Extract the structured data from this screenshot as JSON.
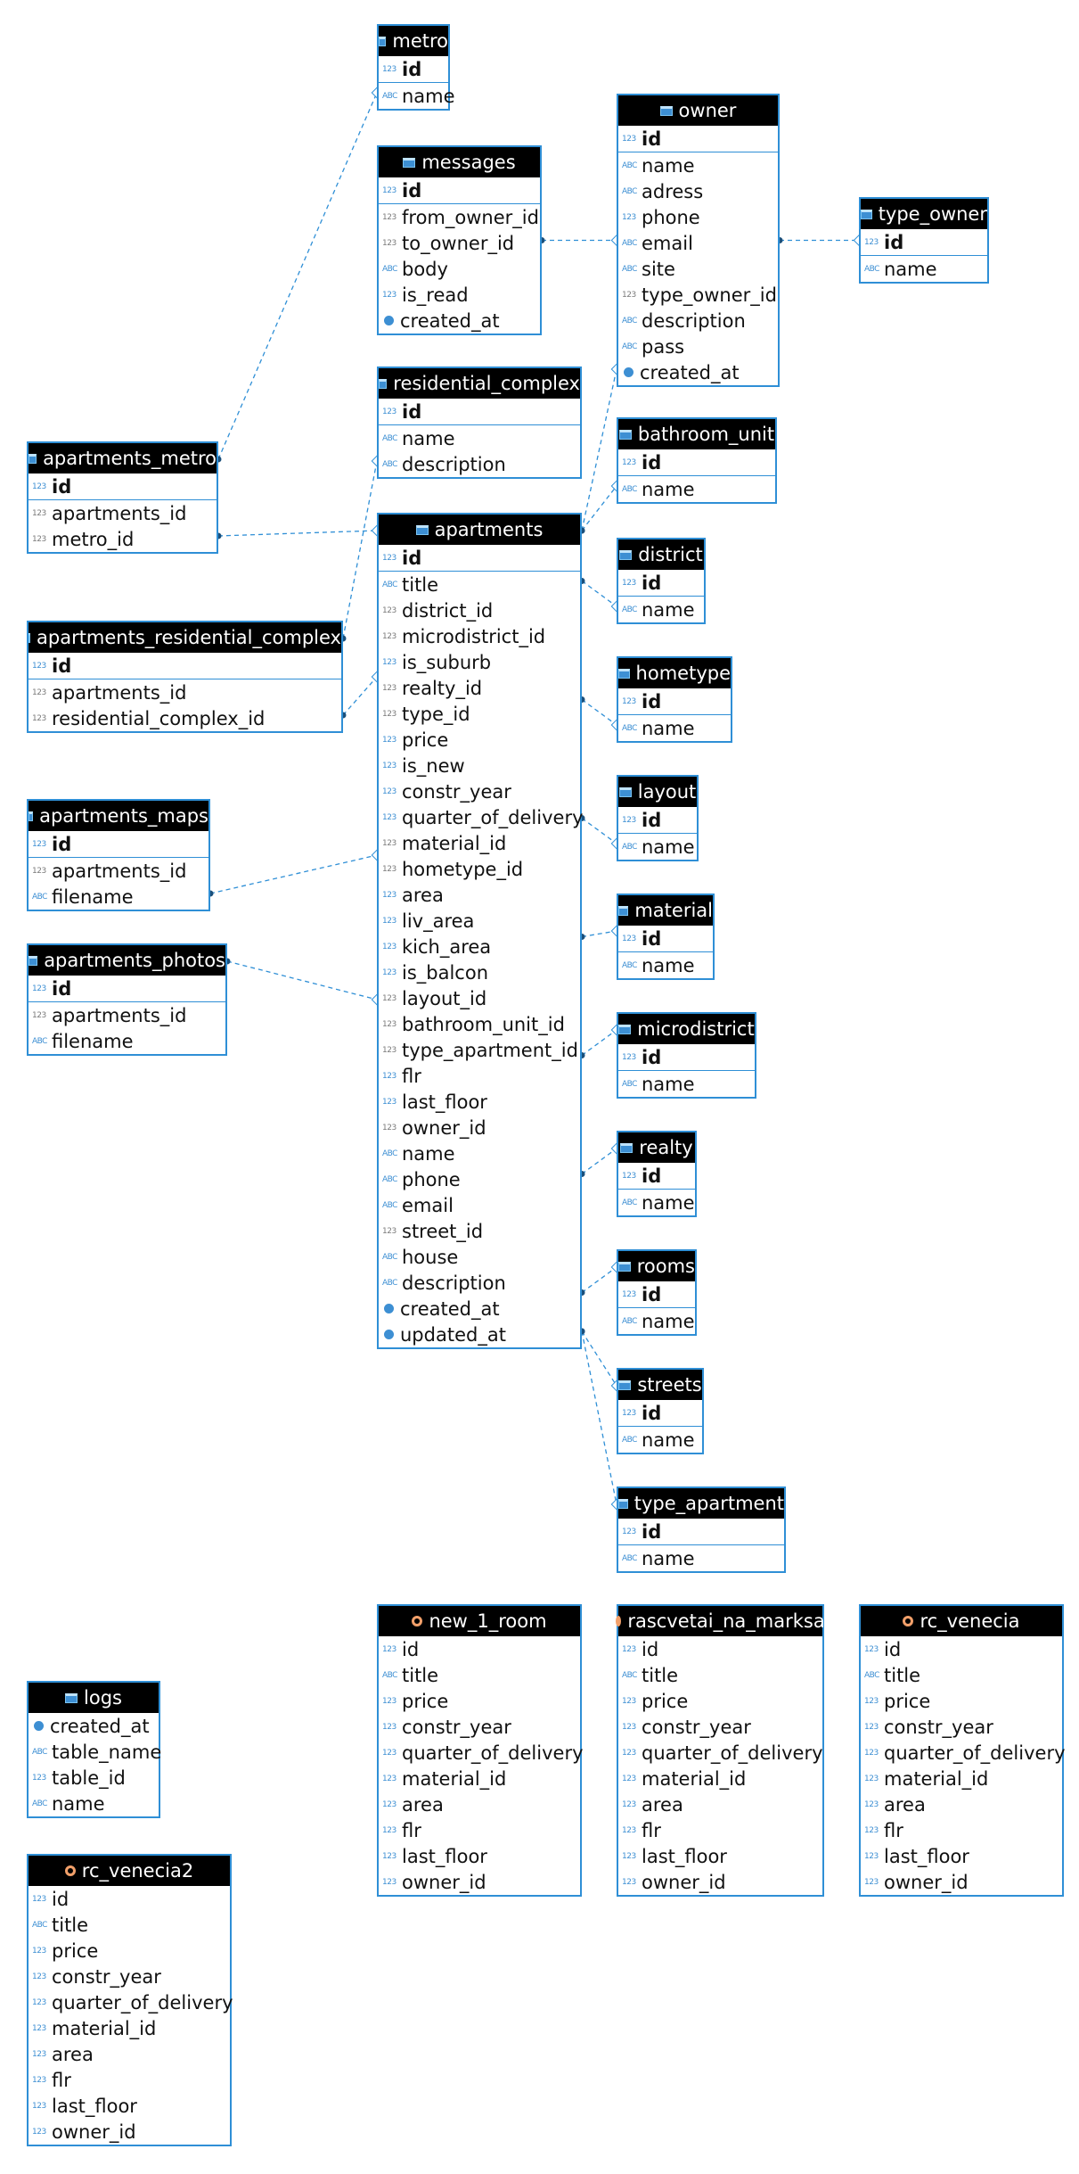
{
  "entities": [
    {
      "id": "metro",
      "title": "metro",
      "kind": "table",
      "rows": [
        {
          "n": "id",
          "t": "num",
          "pk": true
        },
        {
          "n": "name",
          "t": "abc"
        }
      ]
    },
    {
      "id": "owner",
      "title": "owner",
      "kind": "table",
      "rows": [
        {
          "n": "id",
          "t": "num",
          "pk": true
        },
        {
          "n": "name",
          "t": "abc"
        },
        {
          "n": "adress",
          "t": "abc"
        },
        {
          "n": "phone",
          "t": "num"
        },
        {
          "n": "email",
          "t": "abc"
        },
        {
          "n": "site",
          "t": "abc"
        },
        {
          "n": "type_owner_id",
          "t": "fk"
        },
        {
          "n": "description",
          "t": "abc"
        },
        {
          "n": "pass",
          "t": "abc"
        },
        {
          "n": "created_at",
          "t": "time"
        }
      ]
    },
    {
      "id": "messages",
      "title": "messages",
      "kind": "table",
      "rows": [
        {
          "n": "id",
          "t": "num",
          "pk": true
        },
        {
          "n": "from_owner_id",
          "t": "fk"
        },
        {
          "n": "to_owner_id",
          "t": "fk"
        },
        {
          "n": "body",
          "t": "abc"
        },
        {
          "n": "is_read",
          "t": "num"
        },
        {
          "n": "created_at",
          "t": "time"
        }
      ]
    },
    {
      "id": "type_owner",
      "title": "type_owner",
      "kind": "table",
      "rows": [
        {
          "n": "id",
          "t": "num",
          "pk": true
        },
        {
          "n": "name",
          "t": "abc"
        }
      ]
    },
    {
      "id": "residential_complex",
      "title": "residential_complex",
      "kind": "table",
      "rows": [
        {
          "n": "id",
          "t": "num",
          "pk": true
        },
        {
          "n": "name",
          "t": "abc"
        },
        {
          "n": "description",
          "t": "abc"
        }
      ]
    },
    {
      "id": "apartments_metro",
      "title": "apartments_metro",
      "kind": "table",
      "rows": [
        {
          "n": "id",
          "t": "num",
          "pk": true
        },
        {
          "n": "apartments_id",
          "t": "fk"
        },
        {
          "n": "metro_id",
          "t": "fk"
        }
      ]
    },
    {
      "id": "bathroom_unit",
      "title": "bathroom_unit",
      "kind": "table",
      "rows": [
        {
          "n": "id",
          "t": "num",
          "pk": true
        },
        {
          "n": "name",
          "t": "abc"
        }
      ]
    },
    {
      "id": "apartments",
      "title": "apartments",
      "kind": "table",
      "rows": [
        {
          "n": "id",
          "t": "num",
          "pk": true
        },
        {
          "n": "title",
          "t": "abc"
        },
        {
          "n": "district_id",
          "t": "fk"
        },
        {
          "n": "microdistrict_id",
          "t": "fk"
        },
        {
          "n": "is_suburb",
          "t": "num"
        },
        {
          "n": "realty_id",
          "t": "fk"
        },
        {
          "n": "type_id",
          "t": "fk"
        },
        {
          "n": "price",
          "t": "num"
        },
        {
          "n": "is_new",
          "t": "num"
        },
        {
          "n": "constr_year",
          "t": "num"
        },
        {
          "n": "quarter_of_delivery",
          "t": "num"
        },
        {
          "n": "material_id",
          "t": "fk"
        },
        {
          "n": "hometype_id",
          "t": "fk"
        },
        {
          "n": "area",
          "t": "num"
        },
        {
          "n": "liv_area",
          "t": "num"
        },
        {
          "n": "kich_area",
          "t": "num"
        },
        {
          "n": "is_balcon",
          "t": "num"
        },
        {
          "n": "layout_id",
          "t": "fk"
        },
        {
          "n": "bathroom_unit_id",
          "t": "fk"
        },
        {
          "n": "type_apartment_id",
          "t": "fk"
        },
        {
          "n": "flr",
          "t": "num"
        },
        {
          "n": "last_floor",
          "t": "num"
        },
        {
          "n": "owner_id",
          "t": "fk"
        },
        {
          "n": "name",
          "t": "abc"
        },
        {
          "n": "phone",
          "t": "abc"
        },
        {
          "n": "email",
          "t": "abc"
        },
        {
          "n": "street_id",
          "t": "fk"
        },
        {
          "n": "house",
          "t": "abc"
        },
        {
          "n": "description",
          "t": "abc"
        },
        {
          "n": "created_at",
          "t": "time"
        },
        {
          "n": "updated_at",
          "t": "time"
        }
      ]
    },
    {
      "id": "district",
      "title": "district",
      "kind": "table",
      "rows": [
        {
          "n": "id",
          "t": "num",
          "pk": true
        },
        {
          "n": "name",
          "t": "abc"
        }
      ]
    },
    {
      "id": "apartments_residential_complex",
      "title": "apartments_residential_complex",
      "kind": "table",
      "rows": [
        {
          "n": "id",
          "t": "num",
          "pk": true
        },
        {
          "n": "apartments_id",
          "t": "fk"
        },
        {
          "n": "residential_complex_id",
          "t": "fk"
        }
      ]
    },
    {
      "id": "hometype",
      "title": "hometype",
      "kind": "table",
      "rows": [
        {
          "n": "id",
          "t": "num",
          "pk": true
        },
        {
          "n": "name",
          "t": "abc"
        }
      ]
    },
    {
      "id": "layout",
      "title": "layout",
      "kind": "table",
      "rows": [
        {
          "n": "id",
          "t": "num",
          "pk": true
        },
        {
          "n": "name",
          "t": "abc"
        }
      ]
    },
    {
      "id": "apartments_maps",
      "title": "apartments_maps",
      "kind": "table",
      "rows": [
        {
          "n": "id",
          "t": "num",
          "pk": true
        },
        {
          "n": "apartments_id",
          "t": "fk"
        },
        {
          "n": "filename",
          "t": "abc"
        }
      ]
    },
    {
      "id": "material",
      "title": "material",
      "kind": "table",
      "rows": [
        {
          "n": "id",
          "t": "num",
          "pk": true
        },
        {
          "n": "name",
          "t": "abc"
        }
      ]
    },
    {
      "id": "apartments_photos",
      "title": "apartments_photos",
      "kind": "table",
      "rows": [
        {
          "n": "id",
          "t": "num",
          "pk": true
        },
        {
          "n": "apartments_id",
          "t": "fk"
        },
        {
          "n": "filename",
          "t": "abc"
        }
      ]
    },
    {
      "id": "microdistrict",
      "title": "microdistrict",
      "kind": "table",
      "rows": [
        {
          "n": "id",
          "t": "num",
          "pk": true
        },
        {
          "n": "name",
          "t": "abc"
        }
      ]
    },
    {
      "id": "realty",
      "title": "realty",
      "kind": "table",
      "rows": [
        {
          "n": "id",
          "t": "num",
          "pk": true
        },
        {
          "n": "name",
          "t": "abc"
        }
      ]
    },
    {
      "id": "rooms",
      "title": "rooms",
      "kind": "table",
      "rows": [
        {
          "n": "id",
          "t": "num",
          "pk": true
        },
        {
          "n": "name",
          "t": "abc"
        }
      ]
    },
    {
      "id": "streets",
      "title": "streets",
      "kind": "table",
      "rows": [
        {
          "n": "id",
          "t": "num",
          "pk": true
        },
        {
          "n": "name",
          "t": "abc"
        }
      ]
    },
    {
      "id": "type_apartment",
      "title": "type_apartment",
      "kind": "table",
      "rows": [
        {
          "n": "id",
          "t": "num",
          "pk": true
        },
        {
          "n": "name",
          "t": "abc"
        }
      ]
    },
    {
      "id": "new_1_room",
      "title": "new_1_room",
      "kind": "view",
      "rows": [
        {
          "n": "id",
          "t": "num"
        },
        {
          "n": "title",
          "t": "abc"
        },
        {
          "n": "price",
          "t": "num"
        },
        {
          "n": "constr_year",
          "t": "num"
        },
        {
          "n": "quarter_of_delivery",
          "t": "num"
        },
        {
          "n": "material_id",
          "t": "num"
        },
        {
          "n": "area",
          "t": "num"
        },
        {
          "n": "flr",
          "t": "num"
        },
        {
          "n": "last_floor",
          "t": "num"
        },
        {
          "n": "owner_id",
          "t": "num"
        }
      ]
    },
    {
      "id": "rascvetai_na_marksa",
      "title": "rascvetai_na_marksa",
      "kind": "view",
      "rows": [
        {
          "n": "id",
          "t": "num"
        },
        {
          "n": "title",
          "t": "abc"
        },
        {
          "n": "price",
          "t": "num"
        },
        {
          "n": "constr_year",
          "t": "num"
        },
        {
          "n": "quarter_of_delivery",
          "t": "num"
        },
        {
          "n": "material_id",
          "t": "num"
        },
        {
          "n": "area",
          "t": "num"
        },
        {
          "n": "flr",
          "t": "num"
        },
        {
          "n": "last_floor",
          "t": "num"
        },
        {
          "n": "owner_id",
          "t": "num"
        }
      ]
    },
    {
      "id": "rc_venecia",
      "title": "rc_venecia",
      "kind": "view",
      "rows": [
        {
          "n": "id",
          "t": "num"
        },
        {
          "n": "title",
          "t": "abc"
        },
        {
          "n": "price",
          "t": "num"
        },
        {
          "n": "constr_year",
          "t": "num"
        },
        {
          "n": "quarter_of_delivery",
          "t": "num"
        },
        {
          "n": "material_id",
          "t": "num"
        },
        {
          "n": "area",
          "t": "num"
        },
        {
          "n": "flr",
          "t": "num"
        },
        {
          "n": "last_floor",
          "t": "num"
        },
        {
          "n": "owner_id",
          "t": "num"
        }
      ]
    },
    {
      "id": "logs",
      "title": "logs",
      "kind": "table",
      "rows": [
        {
          "n": "created_at",
          "t": "time"
        },
        {
          "n": "table_name",
          "t": "abc"
        },
        {
          "n": "table_id",
          "t": "num"
        },
        {
          "n": "name",
          "t": "abc"
        }
      ]
    },
    {
      "id": "rc_venecia2",
      "title": "rc_venecia2",
      "kind": "view",
      "rows": [
        {
          "n": "id",
          "t": "num"
        },
        {
          "n": "title",
          "t": "abc"
        },
        {
          "n": "price",
          "t": "num"
        },
        {
          "n": "constr_year",
          "t": "num"
        },
        {
          "n": "quarter_of_delivery",
          "t": "num"
        },
        {
          "n": "material_id",
          "t": "num"
        },
        {
          "n": "area",
          "t": "num"
        },
        {
          "n": "flr",
          "t": "num"
        },
        {
          "n": "last_floor",
          "t": "num"
        },
        {
          "n": "owner_id",
          "t": "num"
        }
      ]
    }
  ],
  "relations": [
    [
      "apartments_metro",
      "metro"
    ],
    [
      "messages",
      "owner"
    ],
    [
      "owner",
      "type_owner"
    ],
    [
      "apartments_residential_complex",
      "residential_complex"
    ],
    [
      "apartments_metro",
      "apartments"
    ],
    [
      "apartments_residential_complex",
      "apartments"
    ],
    [
      "apartments_maps",
      "apartments"
    ],
    [
      "apartments_photos",
      "apartments"
    ],
    [
      "apartments",
      "owner"
    ],
    [
      "apartments",
      "bathroom_unit"
    ],
    [
      "apartments",
      "district"
    ],
    [
      "apartments",
      "hometype"
    ],
    [
      "apartments",
      "layout"
    ],
    [
      "apartments",
      "material"
    ],
    [
      "apartments",
      "microdistrict"
    ],
    [
      "apartments",
      "realty"
    ],
    [
      "apartments",
      "rooms"
    ],
    [
      "apartments",
      "streets"
    ],
    [
      "apartments",
      "type_apartment"
    ]
  ],
  "colors": {
    "border": "#2f8fd6",
    "header": "#000000",
    "line": "#2f8fd6",
    "fk_dot": "#1b4f7a"
  },
  "type_labels": {
    "num": "123",
    "abc": "ABC",
    "fk": "123"
  }
}
